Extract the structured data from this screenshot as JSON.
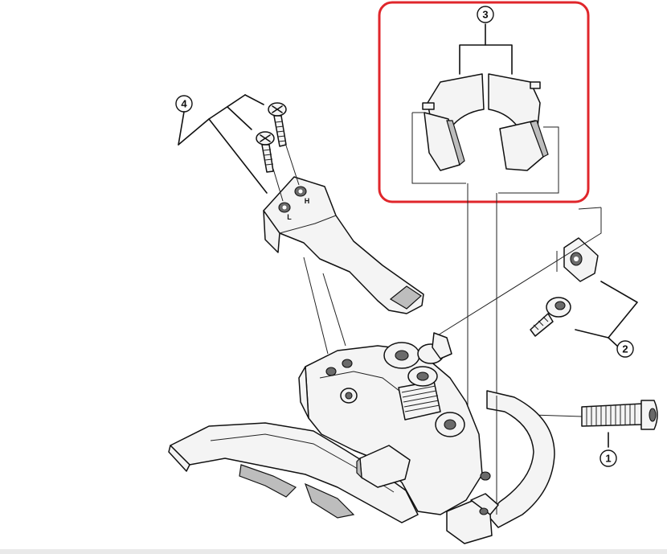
{
  "callouts": [
    {
      "id": "1",
      "label": "1"
    },
    {
      "id": "2",
      "label": "2"
    },
    {
      "id": "3",
      "label": "3"
    },
    {
      "id": "4",
      "label": "4"
    }
  ],
  "adjust_marks": {
    "low": "L",
    "high": "H"
  },
  "colors": {
    "highlight": "#e0262b",
    "line": "#111111",
    "background": "#ffffff"
  }
}
